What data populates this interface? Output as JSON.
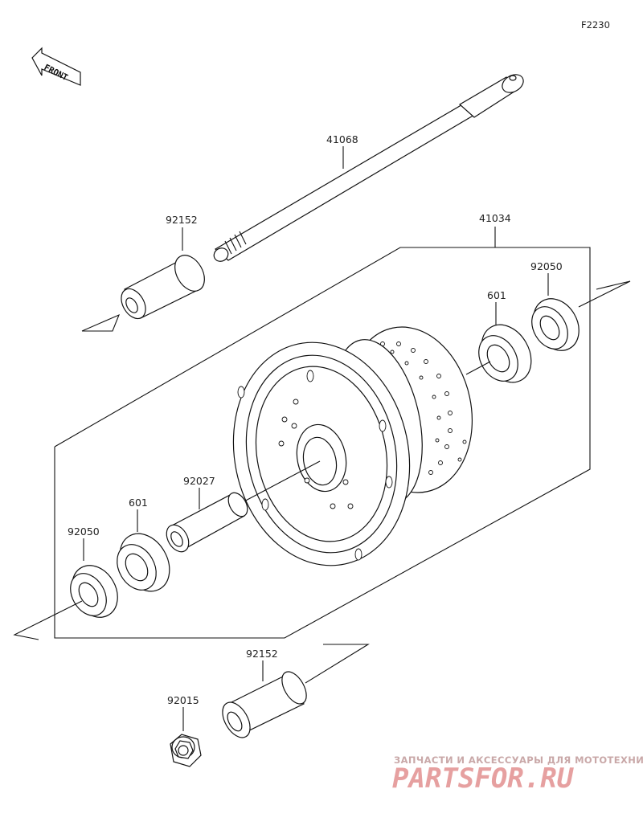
{
  "diagram": {
    "figure_id": "F2230",
    "front_label": "FRONT",
    "labels": {
      "axle": "41068",
      "collar_left": "92152",
      "hub_assembly": "41034",
      "seal_right": "92050",
      "bearing_right": "601",
      "spacer": "92027",
      "bearing_left": "601",
      "seal_left": "92050",
      "collar_bottom": "92152",
      "nut": "92015"
    }
  },
  "watermark": {
    "tagline": "ЗАПЧАСТИ И АКСЕССУАРЫ ДЛЯ МОТОТЕХНИКИ",
    "brand": "PARTSFOR.RU"
  }
}
